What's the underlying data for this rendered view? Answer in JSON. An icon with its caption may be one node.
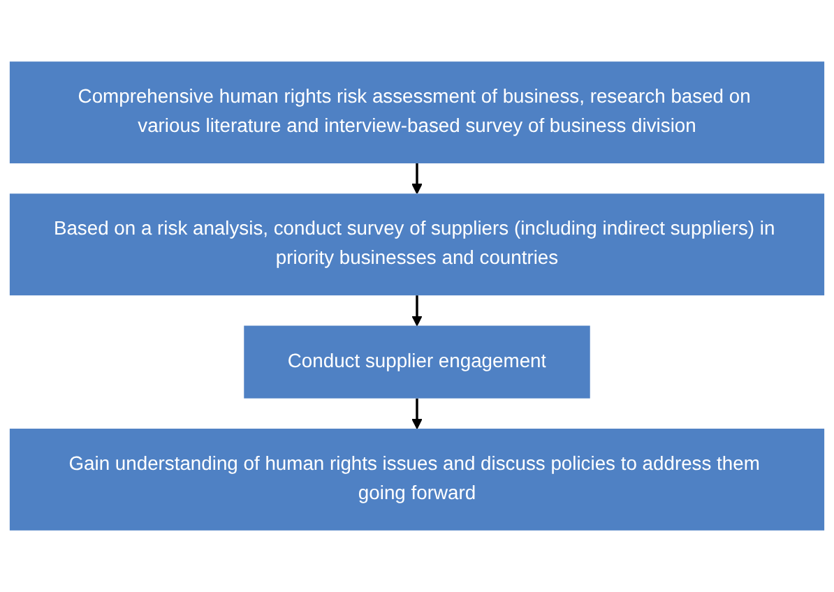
{
  "diagram": {
    "nodes": [
      {
        "text": [
          "Comprehensive human rights risk assessment of business, research based on various literature and interview-based survey of business division"
        ]
      },
      {
        "text": [
          "Based on a risk analysis, conduct survey of suppliers (including indirect suppliers) in priority businesses and countries"
        ]
      },
      {
        "text": [
          "Conduct supplier engagement"
        ]
      },
      {
        "text": [
          "Gain understanding of human rights issues and discuss policies to address them going forward"
        ]
      }
    ],
    "edges": [
      {
        "from": 0,
        "to": 1,
        "arrow": "to"
      },
      {
        "from": 1,
        "to": 2,
        "arrow": "to"
      },
      {
        "from": 2,
        "to": 3,
        "arrow": "to"
      }
    ]
  }
}
